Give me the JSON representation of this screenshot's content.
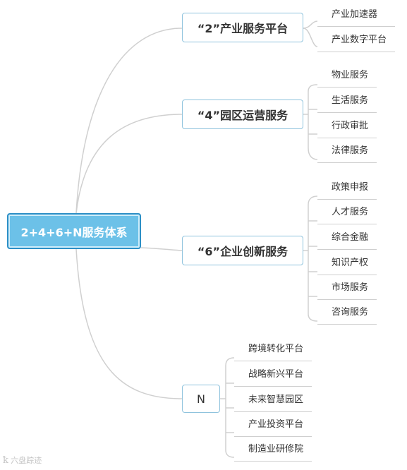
{
  "root": {
    "label": "2+4+6+N服务体系"
  },
  "branches": [
    {
      "label": "“2”产业服务平台",
      "leaves": [
        "产业加速器",
        "产业数字平台"
      ]
    },
    {
      "label": "“4”园区运营服务",
      "leaves": [
        "物业服务",
        "生活服务",
        "行政审批",
        "法律服务"
      ]
    },
    {
      "label": "“6”企业创新服务",
      "leaves": [
        "政策申报",
        "人才服务",
        "综合金融",
        "知识产权",
        "市场服务",
        "咨询服务"
      ]
    },
    {
      "label": "N",
      "leaves": [
        "跨境转化平台",
        "战略新兴平台",
        "未来智慧园区",
        "产业投资平台",
        "制造业研修院"
      ]
    }
  ],
  "watermark": {
    "text": "六盘踪迹"
  },
  "colors": {
    "root_fill": "#6cc1e8",
    "root_border": "#2c8fc6",
    "branch_border": "#8fc3dd",
    "connector": "#d0d0d0"
  }
}
